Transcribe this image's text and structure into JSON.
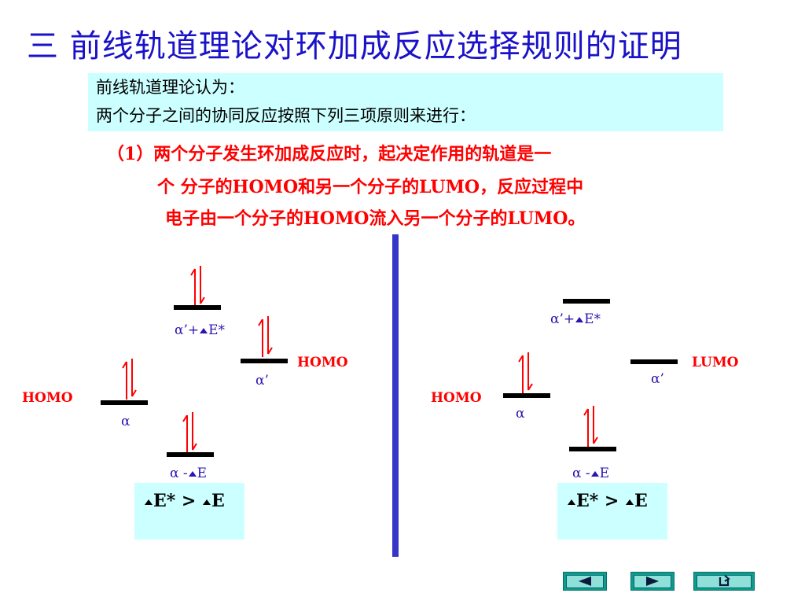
{
  "title": "三   前线轨道理论对环加成反应选择规则的证明",
  "intro": {
    "line1": "前线轨道理论认为：",
    "line2": "两个分子之间的协同反应按照下列三项原则来进行："
  },
  "principle": {
    "line1": "（1）两个分子发生环加成反应时，起决定作用的轨道是一",
    "line2": "个 分子的HOMO和另一个分子的LUMO，反应过程中",
    "line3": "电子由一个分子的HOMO流入另一个分子的LUMO。"
  },
  "left_diagram": {
    "upper_label": "α’+ E*",
    "alpha_prime_label": "α’",
    "homo_right_label": "HOMO",
    "homo_left_label": "HOMO",
    "alpha_label": "α",
    "lower_label": "α - E",
    "compare": "E* > E"
  },
  "right_diagram": {
    "upper_label": "α’+ E*",
    "alpha_prime_label": "α’",
    "lumo_label": "LUMO",
    "homo_label": "HOMO",
    "alpha_label": "α",
    "lower_label": "α - E",
    "compare": "E* > E"
  },
  "nav": [
    "previous-icon",
    "next-icon",
    "return-icon"
  ],
  "colors": {
    "title": "#1a12c8",
    "intro_bg": "#ccffff",
    "red": "#ff0000",
    "divider": "#3535c8",
    "nav": "#0d9b8f"
  }
}
